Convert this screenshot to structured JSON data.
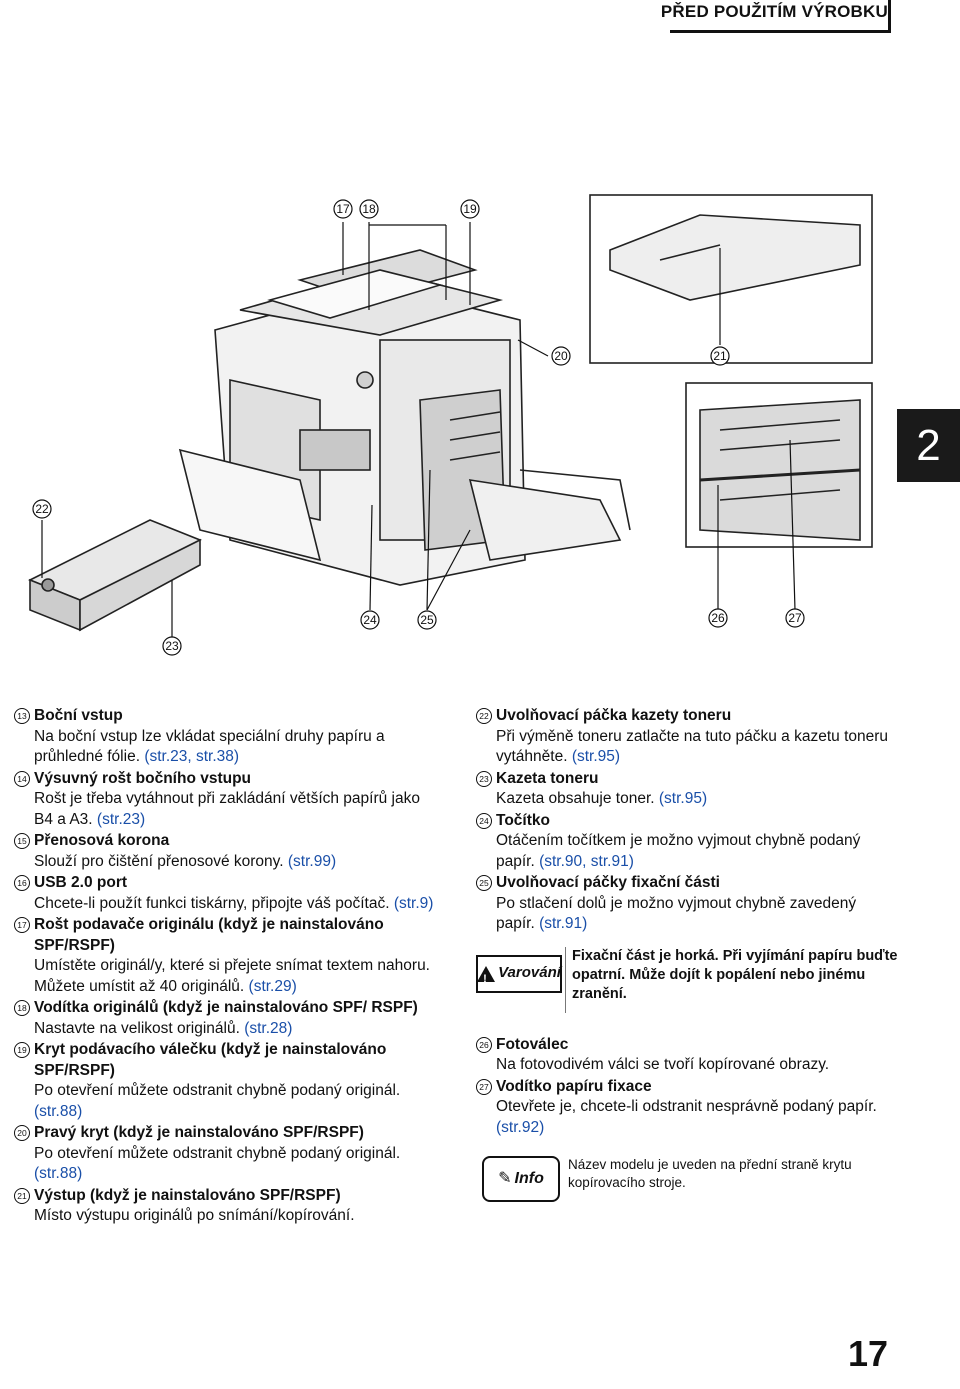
{
  "header": {
    "title": "PŘED POUŽITÍM VÝROBKU"
  },
  "chapter_tab": "2",
  "figure_callouts": {
    "c17": "17",
    "c18": "18",
    "c19": "19",
    "c20": "20",
    "c21": "21",
    "c22": "22",
    "c23": "23",
    "c24": "24",
    "c25": "25",
    "c26": "26",
    "c27": "27"
  },
  "left_items": [
    {
      "num": "13",
      "title": "Boční vstup",
      "text": "Na boční vstup lze vkládat speciální druhy papíru a průhledné fólie. ",
      "ref": "(str.23, str.38)"
    },
    {
      "num": "14",
      "title": "Výsuvný rošt bočního vstupu",
      "text": "Rošt je třeba vytáhnout při zakládání větších papírů jako B4 a A3. ",
      "ref": "(str.23)"
    },
    {
      "num": "15",
      "title": "Přenosová korona",
      "text": "Slouží pro čištění přenosové korony. ",
      "ref": "(str.99)"
    },
    {
      "num": "16",
      "title": "USB 2.0 port",
      "text": "Chcete-li použít funkci tiskárny, připojte váš počítač. ",
      "ref": "(str.9)"
    },
    {
      "num": "17",
      "title": "Rošt podavače originálu (když je nainstalováno SPF/RSPF)",
      "text": "Umístěte originál/y, které si přejete snímat textem nahoru. Můžete umístit až 40 originálů. ",
      "ref": "(str.29)"
    },
    {
      "num": "18",
      "title": "Vodítka originálů (když je nainstalováno SPF/ RSPF)",
      "text": "Nastavte na velikost originálů. ",
      "ref": "(str.28)"
    },
    {
      "num": "19",
      "title": "Kryt podávacího válečku (když je nainstalováno SPF/RSPF)",
      "text": "Po otevření můžete odstranit chybně podaný originál. ",
      "ref": "(str.88)"
    },
    {
      "num": "20",
      "title": "Pravý kryt (když je nainstalováno SPF/RSPF)",
      "text": "Po otevření můžete odstranit chybně podaný originál. ",
      "ref": "(str.88)"
    },
    {
      "num": "21",
      "title": "Výstup (když je nainstalováno SPF/RSPF)",
      "text": "Místo výstupu originálů po snímání/kopírování.",
      "ref": ""
    }
  ],
  "right_items_a": [
    {
      "num": "22",
      "title": "Uvolňovací páčka kazety toneru",
      "text": "Při výměně toneru zatlačte na tuto páčku a kazetu toneru vytáhněte. ",
      "ref": "(str.95)"
    },
    {
      "num": "23",
      "title": "Kazeta toneru",
      "text": "Kazeta obsahuje toner. ",
      "ref": "(str.95)"
    },
    {
      "num": "24",
      "title": "Točítko",
      "text": "Otáčením točítkem je možno vyjmout chybně podaný papír. ",
      "ref": "(str.90, str.91)"
    },
    {
      "num": "25",
      "title": "Uvolňovací páčky fixační části",
      "text": "Po stlačení dolů je možno vyjmout chybně zavedený papír. ",
      "ref": "(str.91)"
    }
  ],
  "warning": {
    "badge": "Varování",
    "text": "Fixační část je horká. Při vyjímání papíru buďte opatrní. Může dojít k popálení nebo jinému zranění."
  },
  "right_items_b": [
    {
      "num": "26",
      "title": "Fotoválec",
      "text": "Na fotovodivém válci se tvoří kopírované obrazy.",
      "ref": ""
    },
    {
      "num": "27",
      "title": "Vodítko papíru fixace",
      "text": "Otevřete je, chcete-li odstranit nesprávně podaný papír. ",
      "ref": "(str.92)"
    }
  ],
  "info": {
    "badge": "Info",
    "text": "Název modelu je uveden na přední straně krytu kopírovacího stroje."
  },
  "page_number": "17"
}
